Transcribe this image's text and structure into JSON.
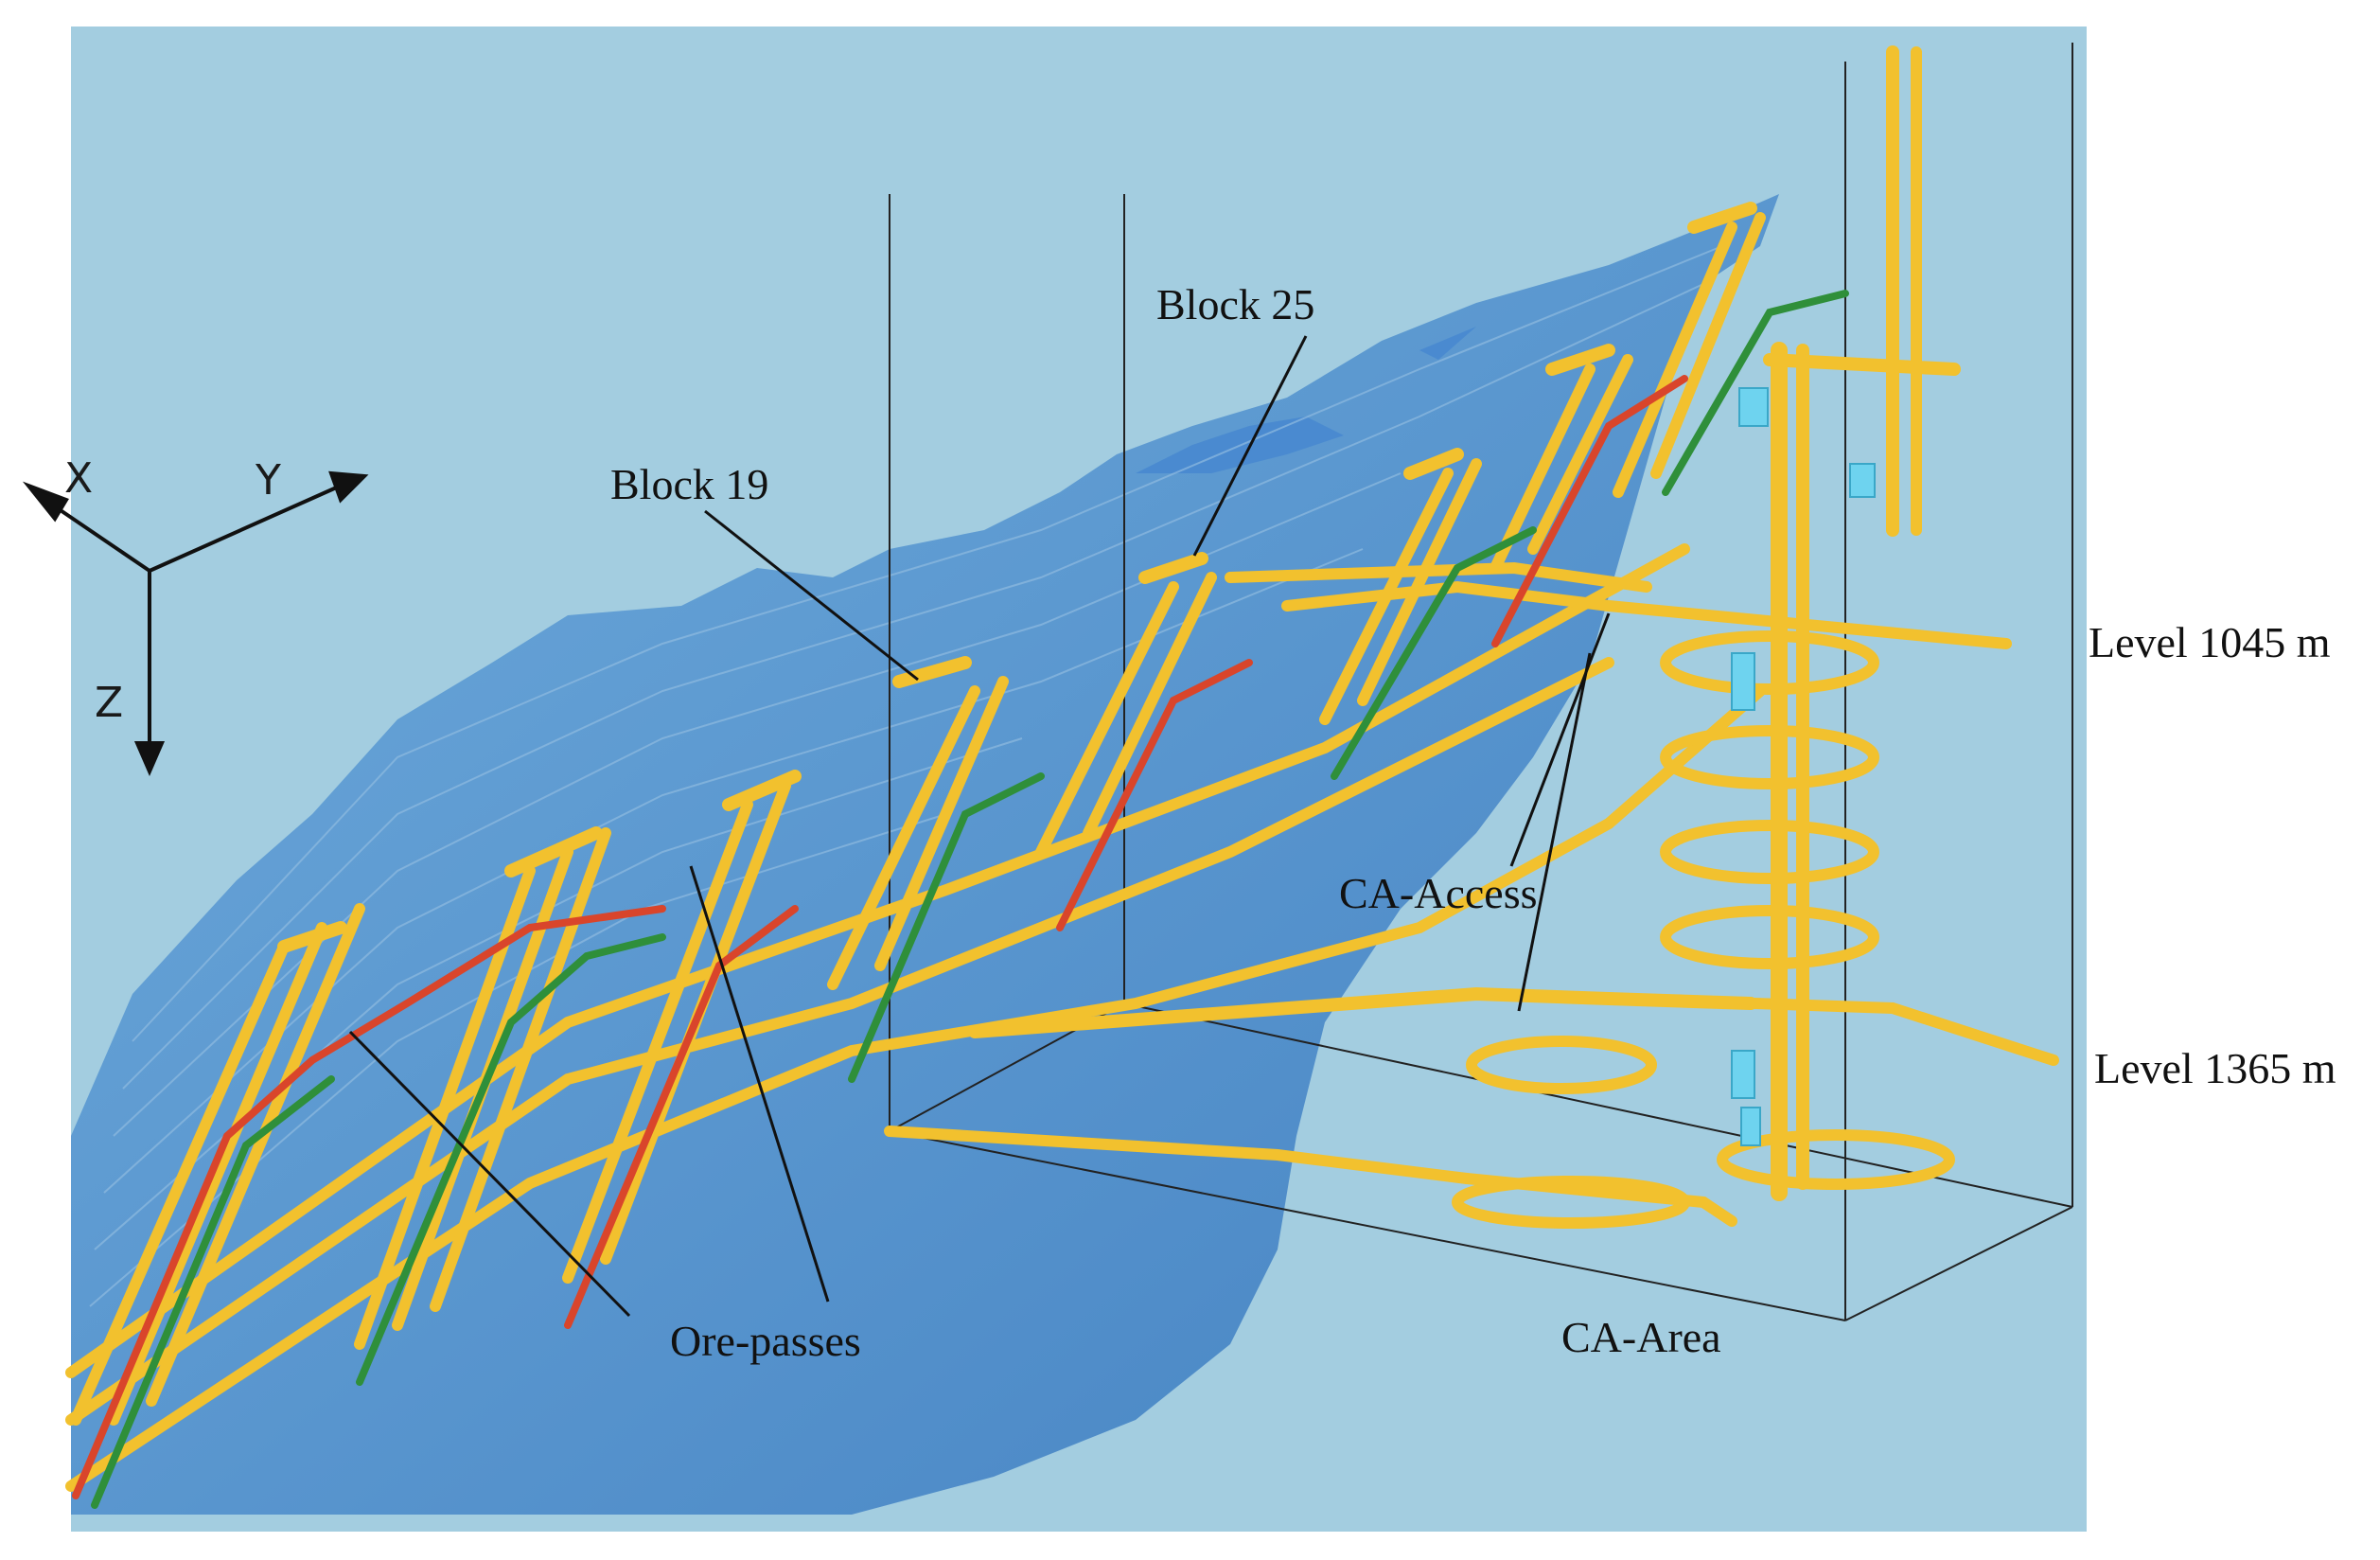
{
  "colors": {
    "background": "#a3cde0",
    "orebody": "#5b9bd5",
    "orebody_dark": "#3f7fbf",
    "tunnel": "#f2c12e",
    "tunnel_edge": "#c99a12",
    "red_pass": "#d9452b",
    "green_pass": "#2f8f3a",
    "cyan_rooms": "#6ed3ef",
    "leader": "#111111"
  },
  "axes": {
    "x": "X",
    "y": "Y",
    "z": "Z"
  },
  "labels": {
    "block_19": "Block 19",
    "block_25": "Block 25",
    "level_1045": "Level 1045 m",
    "level_1365": "Level 1365 m",
    "ca_access": "CA-Access",
    "ore_passes": "Ore-passes",
    "ca_area": "CA-Area"
  }
}
